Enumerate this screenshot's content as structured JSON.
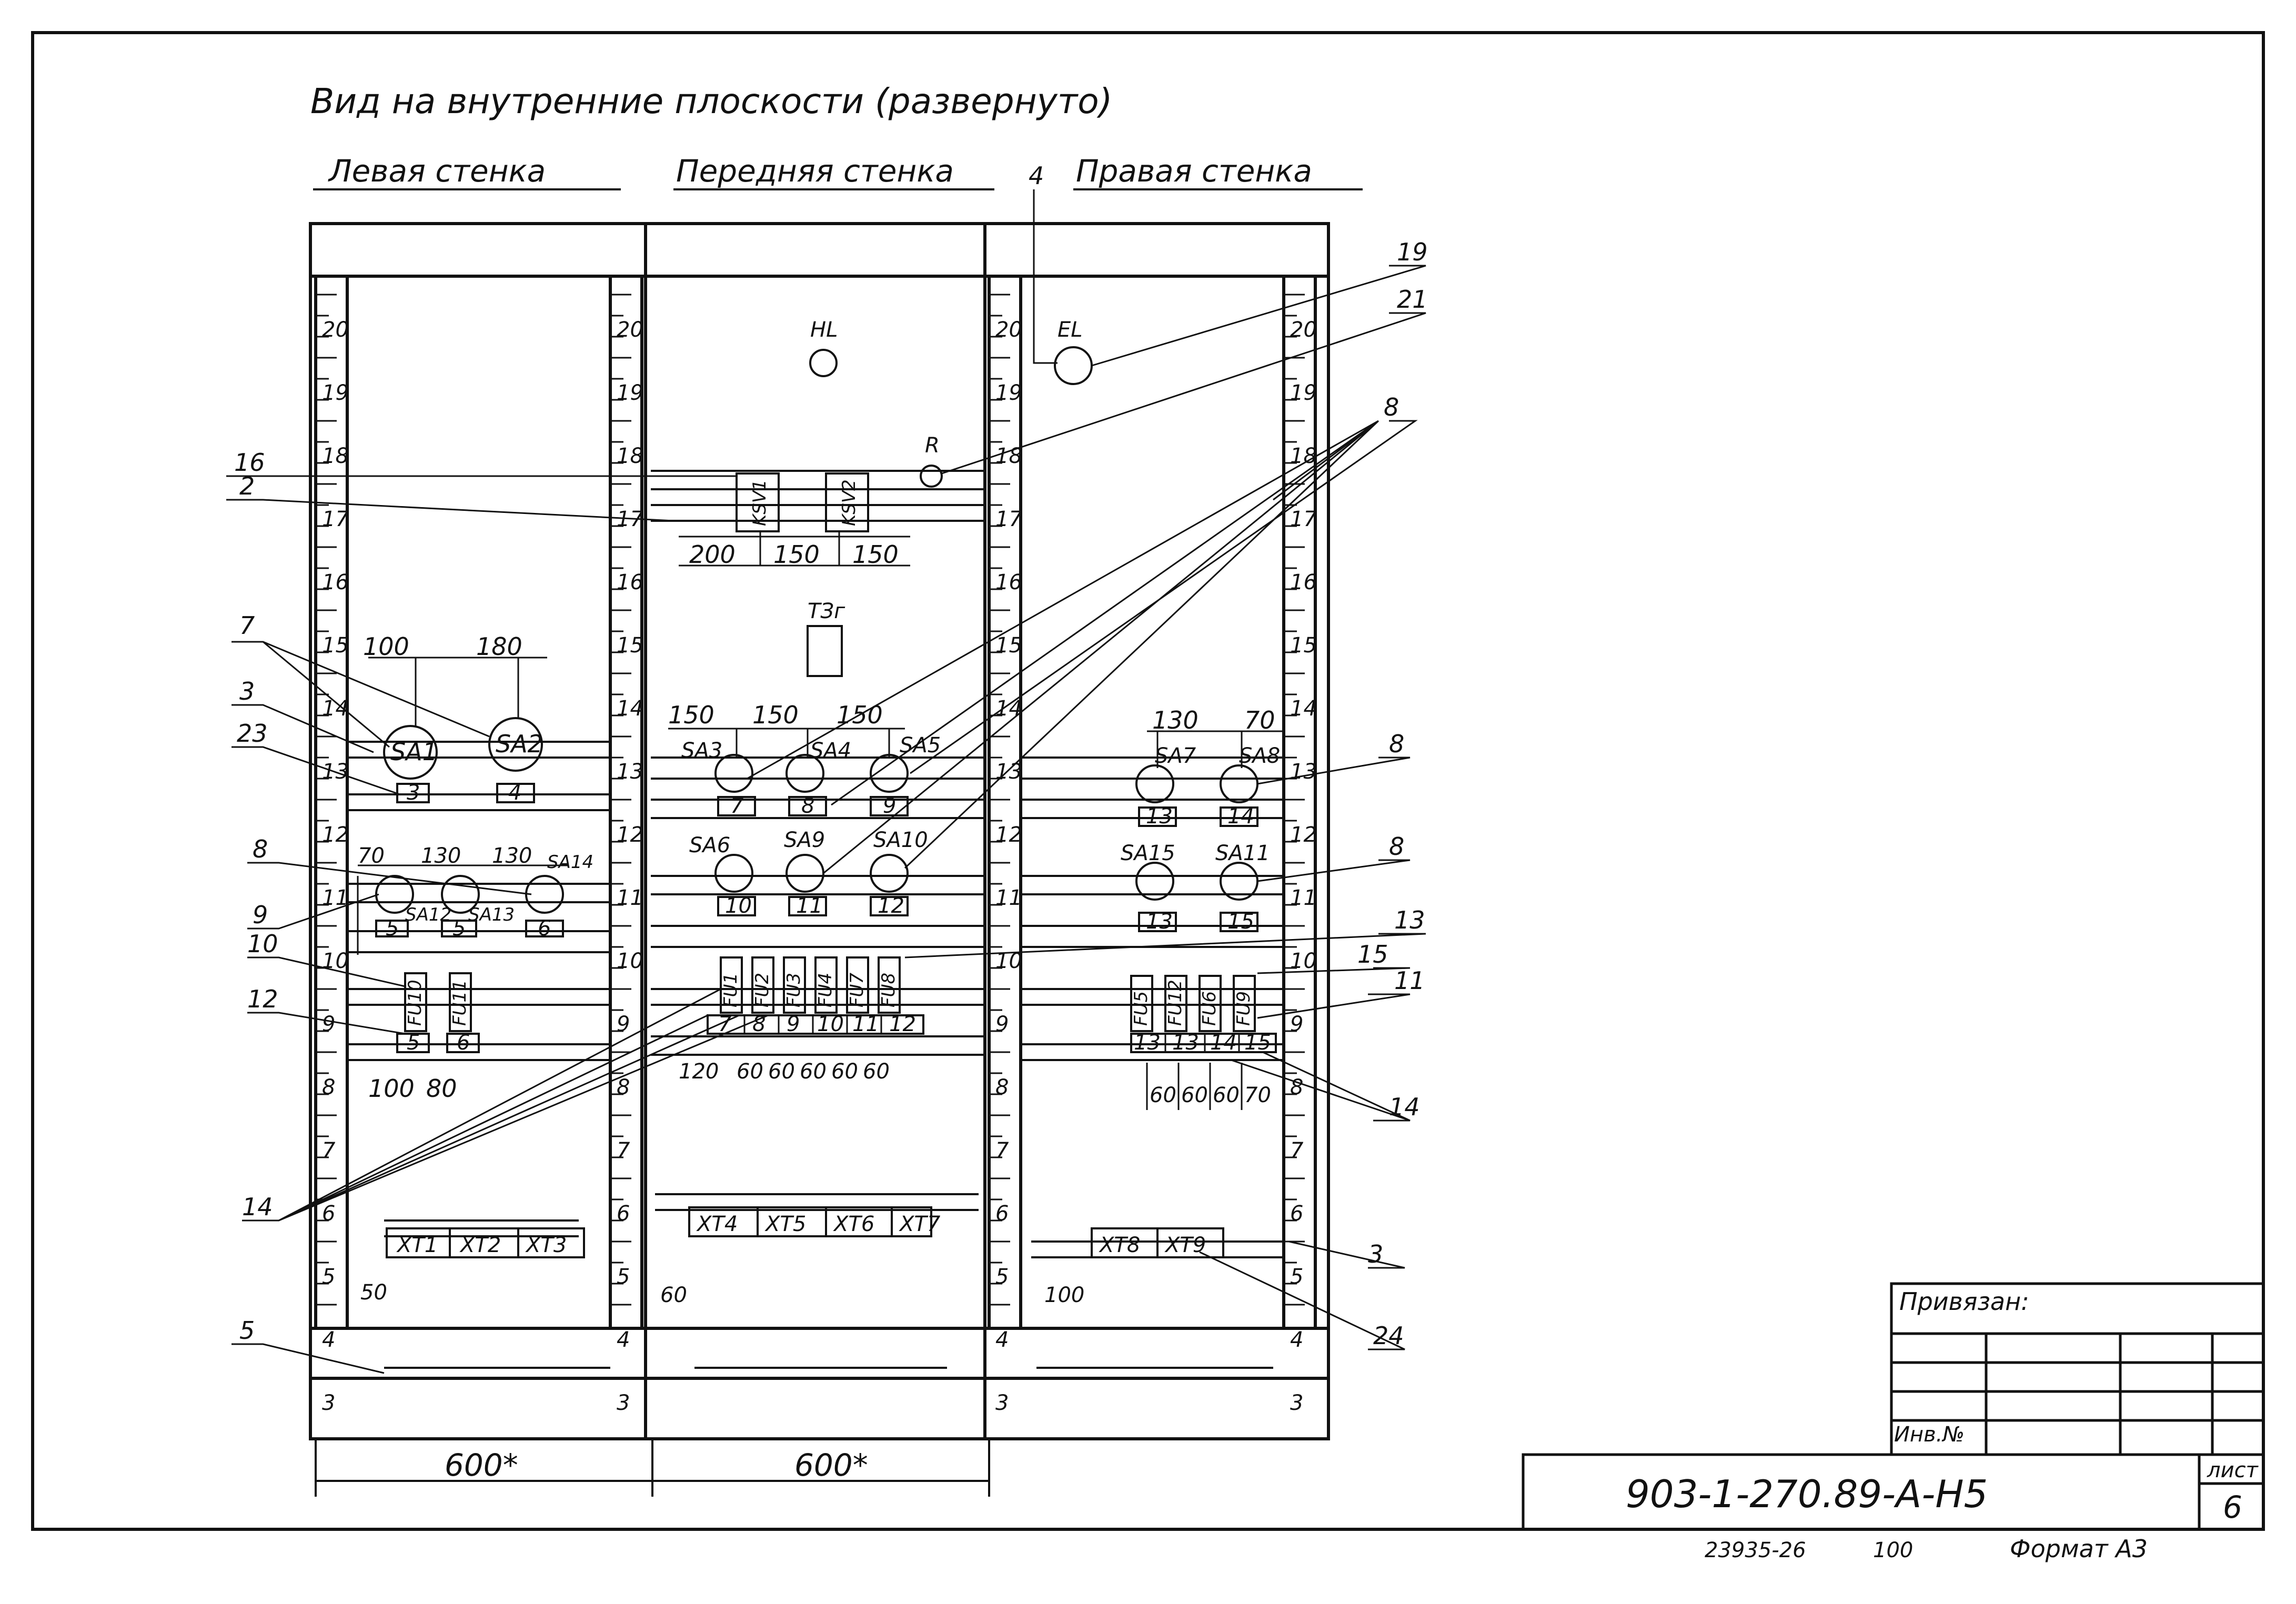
{
  "title": "Вид на внутренние плоскости (развернуто)",
  "walls": {
    "left": "Левая стенка",
    "front": "Передняя стенка",
    "right": "Правая стенка"
  },
  "callouts": {
    "n2": "2",
    "n3a": "3",
    "n3b": "3",
    "n4": "4",
    "n5": "5",
    "n7": "7",
    "n8a": "8",
    "n8b": "8",
    "n8c": "8",
    "n8d": "8",
    "n9": "9",
    "n10": "10",
    "n11": "11",
    "n12": "12",
    "n13": "13",
    "n14a": "14",
    "n14b": "14",
    "n15": "15",
    "n16": "16",
    "n19": "19",
    "n21": "21",
    "n23": "23",
    "n24": "24"
  },
  "devices": {
    "HL": "HL",
    "EL": "EL",
    "R": "R",
    "TS": "TЗг",
    "KSV1": "KSV1",
    "KSV2": "KSV2",
    "SA1": "SA1",
    "SA2": "SA2",
    "SA3": "SA3",
    "SA4": "SA4",
    "SA5": "SA5",
    "SA6": "SA6",
    "SA7": "SA7",
    "SA8": "SA8",
    "SA9": "SA9",
    "SA10": "SA10",
    "SA11": "SA11",
    "SA12": "SA12",
    "SA13": "SA13",
    "SA14": "SA14",
    "SA15": "SA15",
    "FU1": "FU1",
    "FU2": "FU2",
    "FU3": "FU3",
    "FU4": "FU4",
    "FU5": "FU5",
    "FU6": "FU6",
    "FU7": "FU7",
    "FU8": "FU8",
    "FU9": "FU9",
    "FU10": "FU10",
    "FU11": "FU11",
    "FU12": "FU12",
    "XT1": "XT1",
    "XT2": "XT2",
    "XT3": "XT3",
    "XT4": "XT4",
    "XT5": "XT5",
    "XT6": "XT6",
    "XT7": "XT7",
    "XT8": "XT8",
    "XT9": "XT9"
  },
  "labels": {
    "l3": "3",
    "l4": "4",
    "l5a": "5",
    "l5b": "5",
    "l5c": "5",
    "l6a": "6",
    "l6b": "6",
    "l7": "7",
    "l8": "8",
    "l9": "9",
    "l10": "10",
    "l11": "11",
    "l12": "12",
    "l13a": "13",
    "l13b": "13",
    "l13c": "13",
    "l14a": "14",
    "l14b": "14",
    "l15": "15",
    "f7": "7",
    "f8": "8",
    "f9": "9",
    "f10": "10",
    "f11": "11",
    "f12": "12",
    "f13a": "13",
    "f13b": "13",
    "f14": "14",
    "f15": "15"
  },
  "dimensions": {
    "d200": "200",
    "d150a": "150",
    "d150b": "150",
    "d100a": "100",
    "d180": "180",
    "d150c": "150",
    "d150d": "150",
    "d150e": "150",
    "d130a": "130",
    "d70a": "70",
    "d70b": "70",
    "d130b": "130",
    "d130c": "130",
    "d100b": "100",
    "d80": "80",
    "d120": "120",
    "d60a": "60",
    "d60b": "60",
    "d60c": "60",
    "d60d": "60",
    "d60e": "60",
    "d60f": "60",
    "d60g": "60",
    "d60h": "60",
    "d70c": "70",
    "d50": "50",
    "d60i": "60",
    "d100c": "100",
    "w600a": "600*",
    "w600b": "600*"
  },
  "scale_marks": [
    "20",
    "19",
    "18",
    "17",
    "16",
    "15",
    "14",
    "13",
    "12",
    "11",
    "10",
    "9",
    "8",
    "7",
    "6",
    "5",
    "4",
    "3"
  ],
  "title_block": {
    "bound_label": "Привязан:",
    "inv_label": "Инв.№",
    "code": "903-1-270.89-А-Н5",
    "sheet_label": "лист",
    "sheet": "6",
    "bottom_number": "23935-26",
    "bottom_num2": "100",
    "format": "Формат А3"
  }
}
